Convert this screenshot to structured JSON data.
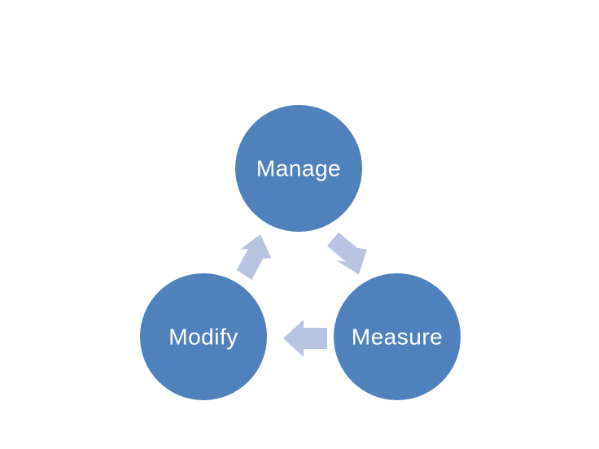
{
  "diagram": {
    "type": "cycle",
    "background_color": "#ffffff",
    "node_fill": "#4F81BD",
    "node_text_color": "#ffffff",
    "arrow_fill": "#B8C4E0",
    "nodes": [
      {
        "id": "manage",
        "label": "Manage"
      },
      {
        "id": "measure",
        "label": "Measure"
      },
      {
        "id": "modify",
        "label": "Modify"
      }
    ],
    "arrows": [
      {
        "from": "manage",
        "to": "measure",
        "direction": "down-right"
      },
      {
        "from": "measure",
        "to": "modify",
        "direction": "left"
      },
      {
        "from": "modify",
        "to": "manage",
        "direction": "up-right"
      }
    ]
  }
}
